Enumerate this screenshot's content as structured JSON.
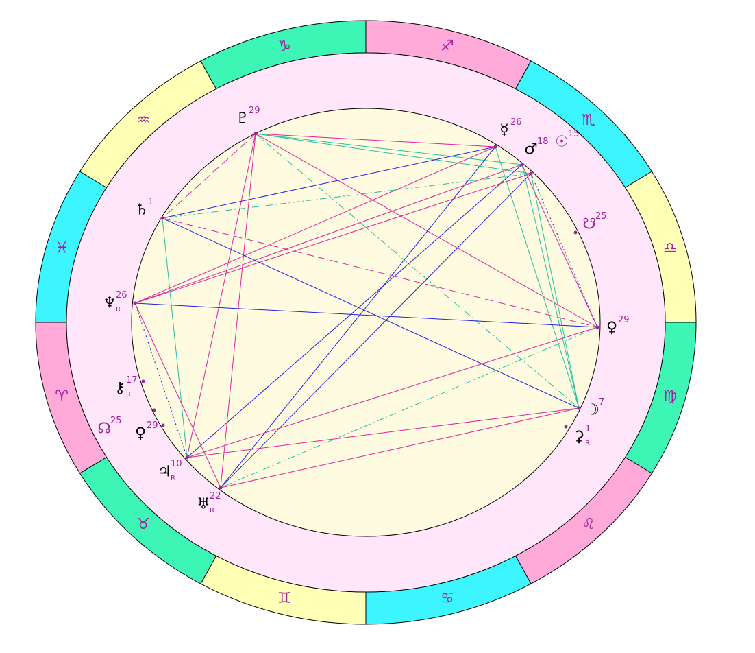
{
  "colors": {
    "fire": "#ffaad8",
    "earth": "#3df5b5",
    "air": "#ffffb5",
    "water": "#3df5ff",
    "zodiac_ring_bg": "#ffe6fa",
    "inner_circle": "#fffbe0",
    "sign_glyph": "#a020a0",
    "aspect_blue": "#2020e0",
    "aspect_magenta": "#e020a0",
    "aspect_green": "#20c0a0"
  },
  "zodiac": [
    {
      "name": "capricorn",
      "glyph": "♑",
      "element": "earth"
    },
    {
      "name": "sagittarius",
      "glyph": "♐",
      "element": "fire"
    },
    {
      "name": "scorpio",
      "glyph": "♏",
      "element": "water"
    },
    {
      "name": "libra",
      "glyph": "♎",
      "element": "air"
    },
    {
      "name": "virgo",
      "glyph": "♍",
      "element": "earth"
    },
    {
      "name": "leo",
      "glyph": "♌",
      "element": "fire"
    },
    {
      "name": "cancer",
      "glyph": "♋",
      "element": "water"
    },
    {
      "name": "gemini",
      "glyph": "♊",
      "element": "air"
    },
    {
      "name": "taurus",
      "glyph": "♉",
      "element": "earth"
    },
    {
      "name": "aries",
      "glyph": "♈",
      "element": "fire"
    },
    {
      "name": "pisces",
      "glyph": "♓",
      "element": "water"
    },
    {
      "name": "aquarius",
      "glyph": "♒",
      "element": "air"
    }
  ],
  "planets": [
    {
      "id": "pluto",
      "glyph": "♇",
      "degree": "29",
      "retro": ""
    },
    {
      "id": "mercury",
      "glyph": "☿",
      "degree": "26",
      "retro": ""
    },
    {
      "id": "mars",
      "glyph": "♂",
      "degree": "18",
      "retro": ""
    },
    {
      "id": "sun",
      "glyph": "☉",
      "degree": "15",
      "retro": ""
    },
    {
      "id": "south-node",
      "glyph": "☋",
      "degree": "25",
      "retro": ""
    },
    {
      "id": "venus",
      "glyph": "♀",
      "degree": "29",
      "retro": ""
    },
    {
      "id": "moon",
      "glyph": "☽",
      "degree": "7",
      "retro": ""
    },
    {
      "id": "ceres",
      "glyph": "⚳",
      "degree": "1",
      "retro": "R"
    },
    {
      "id": "saturn",
      "glyph": "♄",
      "degree": "1",
      "retro": ""
    },
    {
      "id": "neptune",
      "glyph": "♆",
      "degree": "26",
      "retro": "R"
    },
    {
      "id": "chiron",
      "glyph": "⚷",
      "degree": "17",
      "retro": "R"
    },
    {
      "id": "north-node",
      "glyph": "☊",
      "degree": "25",
      "retro": ""
    },
    {
      "id": "proserpina",
      "glyph": "♀",
      "degree": "29",
      "retro": ""
    },
    {
      "id": "jupiter",
      "glyph": "♃",
      "degree": "10",
      "retro": "R"
    },
    {
      "id": "uranus",
      "glyph": "♅",
      "degree": "22",
      "retro": "R"
    }
  ],
  "aspects": [
    {
      "from": "pluto",
      "to": "mercury",
      "type": "magenta",
      "style": "solid"
    },
    {
      "from": "pluto",
      "to": "mars",
      "type": "green",
      "style": "solid"
    },
    {
      "from": "pluto",
      "to": "sun",
      "type": "green",
      "style": "solid"
    },
    {
      "from": "pluto",
      "to": "moon",
      "type": "green",
      "style": "dashdot"
    },
    {
      "from": "pluto",
      "to": "uranus",
      "type": "magenta",
      "style": "solid"
    },
    {
      "from": "pluto",
      "to": "jupiter",
      "type": "magenta",
      "style": "solid"
    },
    {
      "from": "pluto",
      "to": "venus",
      "type": "magenta",
      "style": "solid"
    },
    {
      "from": "pluto",
      "to": "saturn",
      "type": "magenta",
      "style": "dashed"
    },
    {
      "from": "mercury",
      "to": "saturn",
      "type": "blue",
      "style": "solid"
    },
    {
      "from": "mercury",
      "to": "neptune",
      "type": "magenta",
      "style": "solid"
    },
    {
      "from": "mercury",
      "to": "uranus",
      "type": "blue",
      "style": "solid"
    },
    {
      "from": "mercury",
      "to": "moon",
      "type": "green",
      "style": "solid"
    },
    {
      "from": "mars",
      "to": "neptune",
      "type": "magenta",
      "style": "solid"
    },
    {
      "from": "mars",
      "to": "jupiter",
      "type": "blue",
      "style": "solid"
    },
    {
      "from": "mars",
      "to": "venus",
      "type": "magenta",
      "style": "solid"
    },
    {
      "from": "mars",
      "to": "moon",
      "type": "green",
      "style": "solid"
    },
    {
      "from": "sun",
      "to": "uranus",
      "type": "blue",
      "style": "solid"
    },
    {
      "from": "sun",
      "to": "moon",
      "type": "green",
      "style": "solid"
    },
    {
      "from": "sun",
      "to": "saturn",
      "type": "green",
      "style": "dashdot"
    },
    {
      "from": "sun",
      "to": "neptune",
      "type": "magenta",
      "style": "solid"
    },
    {
      "from": "sun",
      "to": "venus",
      "type": "blue",
      "style": "dotted"
    },
    {
      "from": "saturn",
      "to": "moon",
      "type": "blue",
      "style": "solid"
    },
    {
      "from": "saturn",
      "to": "venus",
      "type": "magenta",
      "style": "dashed"
    },
    {
      "from": "saturn",
      "to": "jupiter",
      "type": "green",
      "style": "solid"
    },
    {
      "from": "neptune",
      "to": "venus",
      "type": "blue",
      "style": "solid"
    },
    {
      "from": "neptune",
      "to": "uranus",
      "type": "magenta",
      "style": "solid"
    },
    {
      "from": "neptune",
      "to": "jupiter",
      "type": "blue",
      "style": "dotted"
    },
    {
      "from": "venus",
      "to": "jupiter",
      "type": "magenta",
      "style": "solid"
    },
    {
      "from": "moon",
      "to": "uranus",
      "type": "magenta",
      "style": "solid"
    },
    {
      "from": "moon",
      "to": "jupiter",
      "type": "magenta",
      "style": "solid"
    },
    {
      "from": "venus",
      "to": "uranus",
      "type": "green",
      "style": "dashdot"
    }
  ]
}
